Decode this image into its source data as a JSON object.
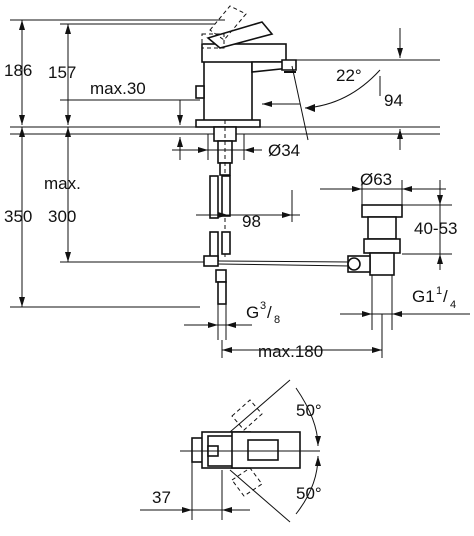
{
  "dimensions": {
    "h186": "186",
    "h157": "157",
    "max30": "max.30",
    "angle22": "22°",
    "reach94": "94",
    "dia34": "Ø34",
    "max_label": "max.",
    "h300": "300",
    "h350": "350",
    "len98": "98",
    "dia63": "Ø63",
    "range4053": "40-53",
    "g38_base": "G",
    "g38_num": "3",
    "g38_den": "8",
    "g114_base": "G1",
    "g114_num": "1",
    "g114_den": "4",
    "max180": "max.180",
    "angle50_top": "50°",
    "angle50_bottom": "50°",
    "len37": "37"
  }
}
